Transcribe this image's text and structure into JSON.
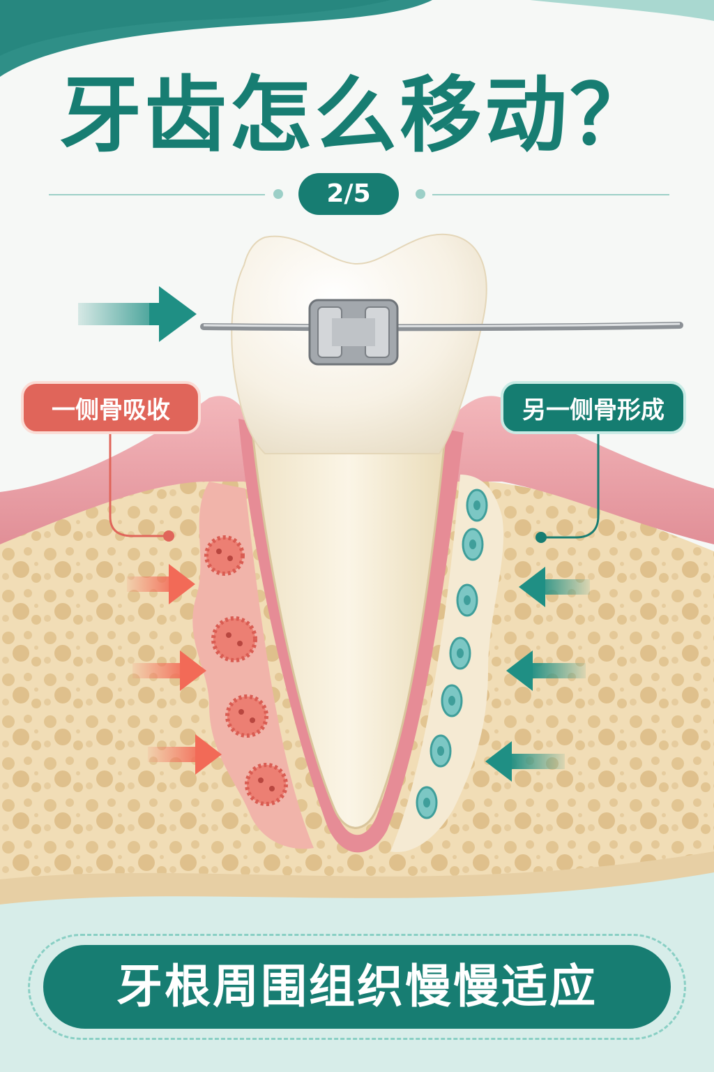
{
  "title": "牙齿怎么移动？",
  "page_indicator": "2/5",
  "labels": {
    "left": "一侧骨吸收",
    "right": "另一侧骨形成"
  },
  "banner": "牙根周围组织慢慢适应",
  "colors": {
    "teal": "#177d72",
    "coral": "#e0655a",
    "gum_pink": "#e99aa0",
    "bone": "#f0dcb6",
    "osteoblast": "#7cc7c4"
  },
  "icons": [
    "arrow-right-icon",
    "arrow-left-icon",
    "osteoclast-icon",
    "osteoblast-icon",
    "bracket-icon"
  ]
}
